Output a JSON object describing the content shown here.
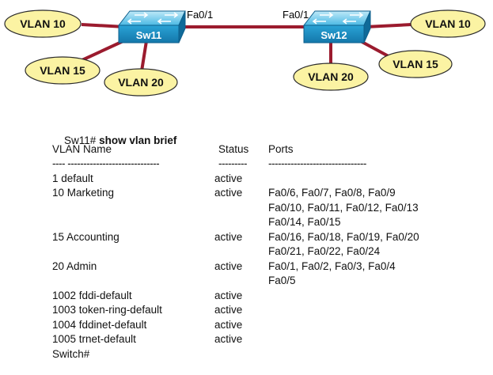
{
  "topology": {
    "switches": [
      {
        "id": "sw11",
        "label": "Sw11"
      },
      {
        "id": "sw12",
        "label": "Sw12"
      }
    ],
    "vlans": [
      {
        "id": "sw11-v10",
        "label": "VLAN 10"
      },
      {
        "id": "sw11-v15",
        "label": "VLAN 15"
      },
      {
        "id": "sw11-v20",
        "label": "VLAN 20"
      },
      {
        "id": "sw12-v10",
        "label": "VLAN 10"
      },
      {
        "id": "sw12-v15",
        "label": "VLAN 15"
      },
      {
        "id": "sw12-v20",
        "label": "VLAN 20"
      }
    ],
    "trunk_labels": [
      "Fa0/1",
      "Fa0/1"
    ],
    "colors": {
      "link": "#9b1b2e",
      "switch": "#1f9ed3",
      "vlan_fill": "#fbf3a3",
      "vlan_stroke": "#2b2b2b"
    }
  },
  "cli": {
    "prompt": "Sw11#",
    "command": "show vlan brief",
    "headers": {
      "vlan_name": "VLAN Name",
      "status": "Status",
      "ports": "Ports"
    },
    "separators": {
      "vlan_name": "---- -----------------------------",
      "status": "---------",
      "ports": "-------------------------------"
    },
    "rows": [
      {
        "vlan": "1 default",
        "status": "active",
        "ports": ""
      },
      {
        "vlan": "10 Marketing",
        "status": "active",
        "ports": "Fa0/6, Fa0/7, Fa0/8, Fa0/9"
      },
      {
        "vlan": "",
        "status": "",
        "ports": "Fa0/10, Fa0/11, Fa0/12, Fa0/13"
      },
      {
        "vlan": "",
        "status": "",
        "ports": "Fa0/14, Fa0/15"
      },
      {
        "vlan": "15 Accounting",
        "status": "active",
        "ports": "Fa0/16, Fa0/18, Fa0/19, Fa0/20"
      },
      {
        "vlan": "",
        "status": "",
        "ports": "Fa0/21, Fa0/22, Fa0/24"
      },
      {
        "vlan": "20 Admin",
        "status": "active",
        "ports": "Fa0/1, Fa0/2, Fa0/3, Fa0/4"
      },
      {
        "vlan": "",
        "status": "",
        "ports": "Fa0/5"
      },
      {
        "vlan": "1002 fddi-default",
        "status": "active",
        "ports": ""
      },
      {
        "vlan": "1003 token-ring-default",
        "status": "active",
        "ports": ""
      },
      {
        "vlan": "1004 fddinet-default",
        "status": "active",
        "ports": ""
      },
      {
        "vlan": "1005 trnet-default",
        "status": "active",
        "ports": ""
      }
    ],
    "end_prompt": "Switch#"
  }
}
